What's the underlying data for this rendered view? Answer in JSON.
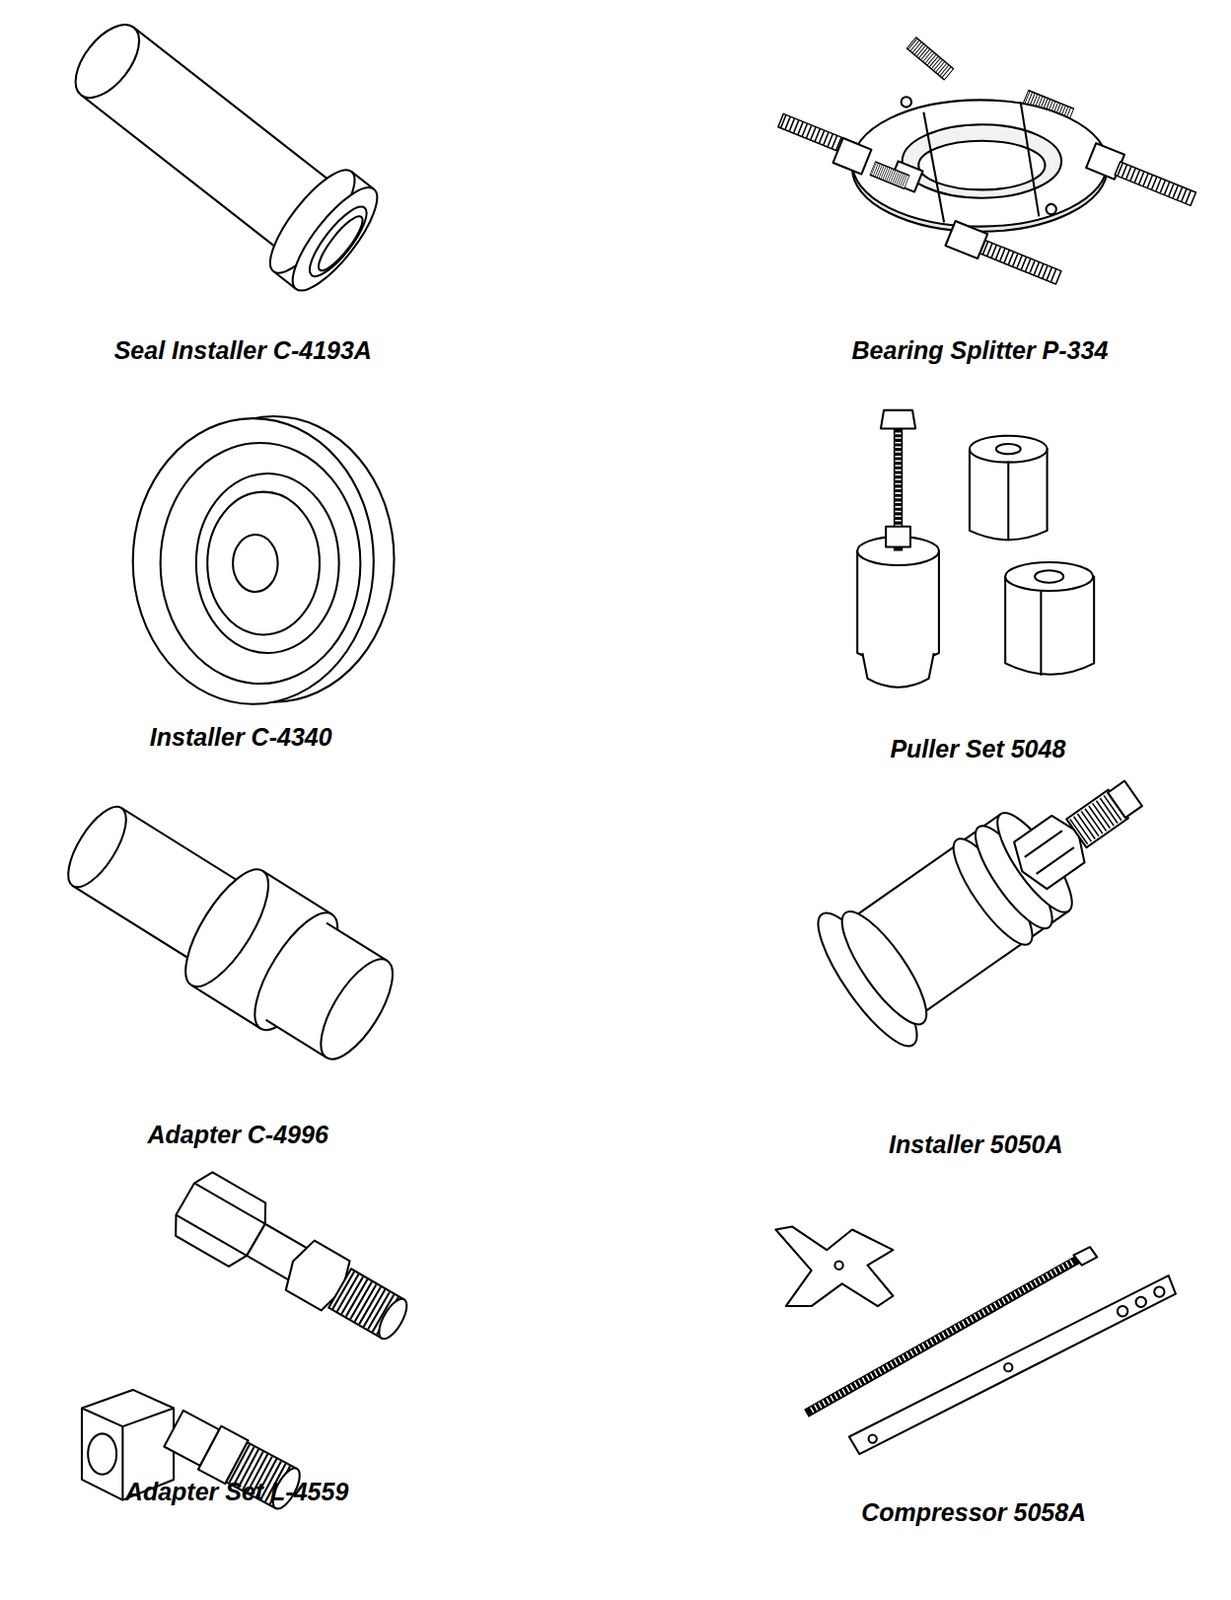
{
  "diagram": {
    "labels": [
      "Seal Installer C-4193A",
      "Bearing Splitter P-334",
      "Installer C-4340",
      "Puller Set 5048",
      "Adapter C-4996",
      "Installer 5050A",
      "Adapter Set L-4559",
      "Compressor 5058A"
    ]
  }
}
